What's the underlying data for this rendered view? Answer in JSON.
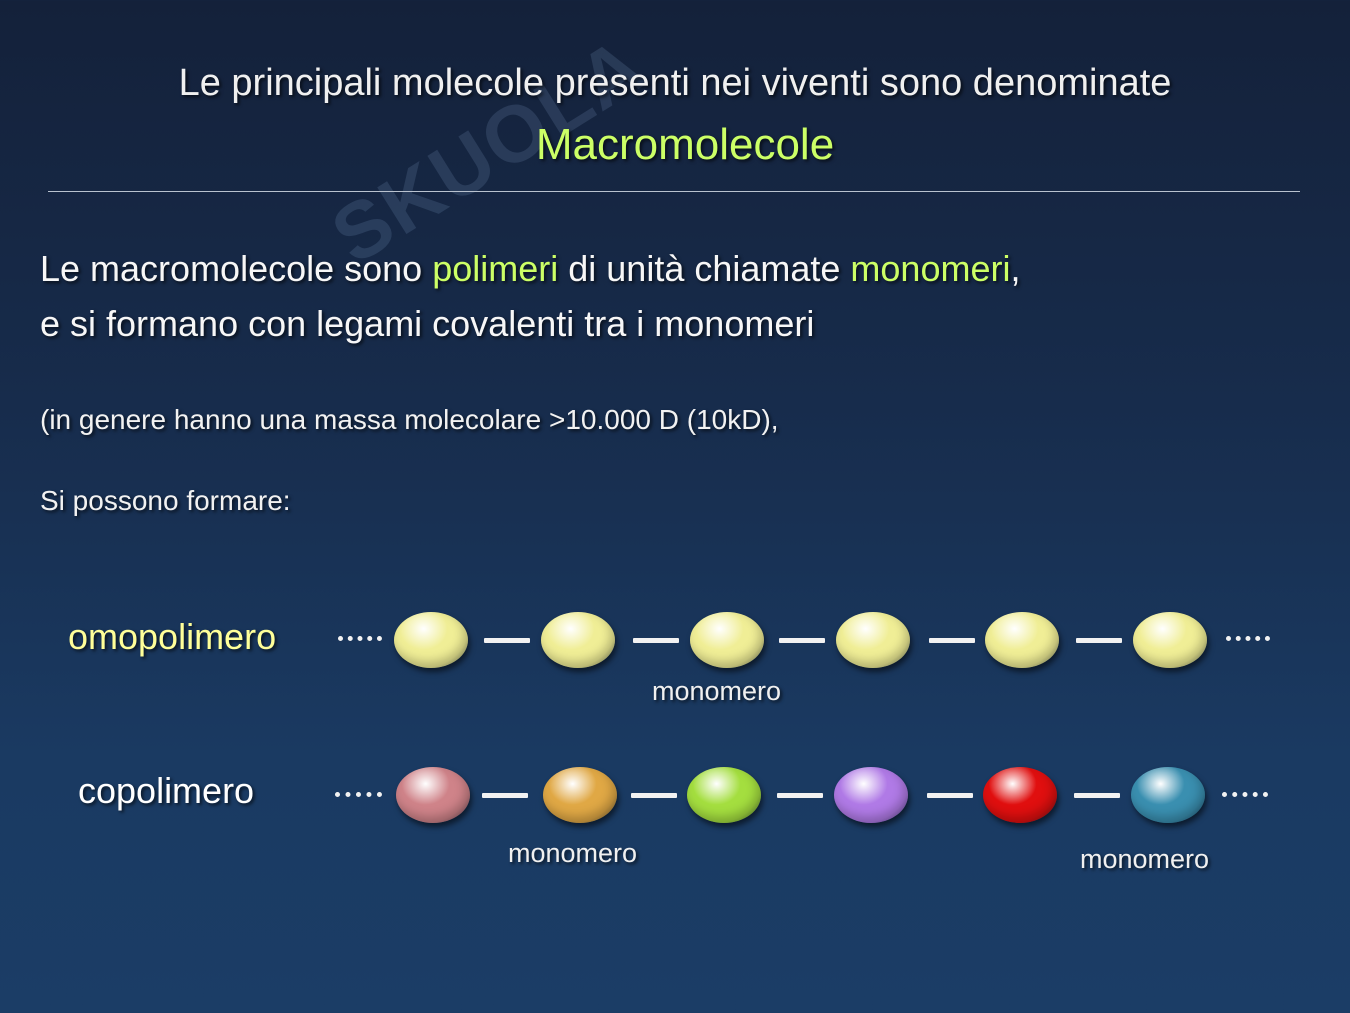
{
  "header": {
    "subtitle": "Le principali molecole presenti nei viventi sono denominate",
    "title": "Macromolecole"
  },
  "body": {
    "line1_a": "Le macromolecole sono ",
    "line1_b": "polimeri",
    "line1_c": " di unità chiamate ",
    "line1_d": "monomeri",
    "line1_e": ",",
    "line2": "e si formano con legami covalenti tra i monomeri",
    "note": "(in genere hanno una massa molecolare >10.000 D (10kD),",
    "intro": "Si possono formare:"
  },
  "diagram": {
    "omopolimero": {
      "label": "omopolimero",
      "label_color": "#ffff99",
      "bead_colors": [
        "#f0ee96",
        "#f0ee96",
        "#f0ee96",
        "#f0ee96",
        "#f0ee96",
        "#f0ee96"
      ],
      "monomer_label": "monomero"
    },
    "copolimero": {
      "label": "copolimero",
      "label_color": "#ffffff",
      "bead_colors": [
        "#cf8389",
        "#e0a845",
        "#a4de3f",
        "#b07ae6",
        "#e00f0f",
        "#3a8fb0"
      ],
      "monomer_label_1": "monomero",
      "monomer_label_2": "monomero"
    }
  },
  "watermark": "skuola"
}
